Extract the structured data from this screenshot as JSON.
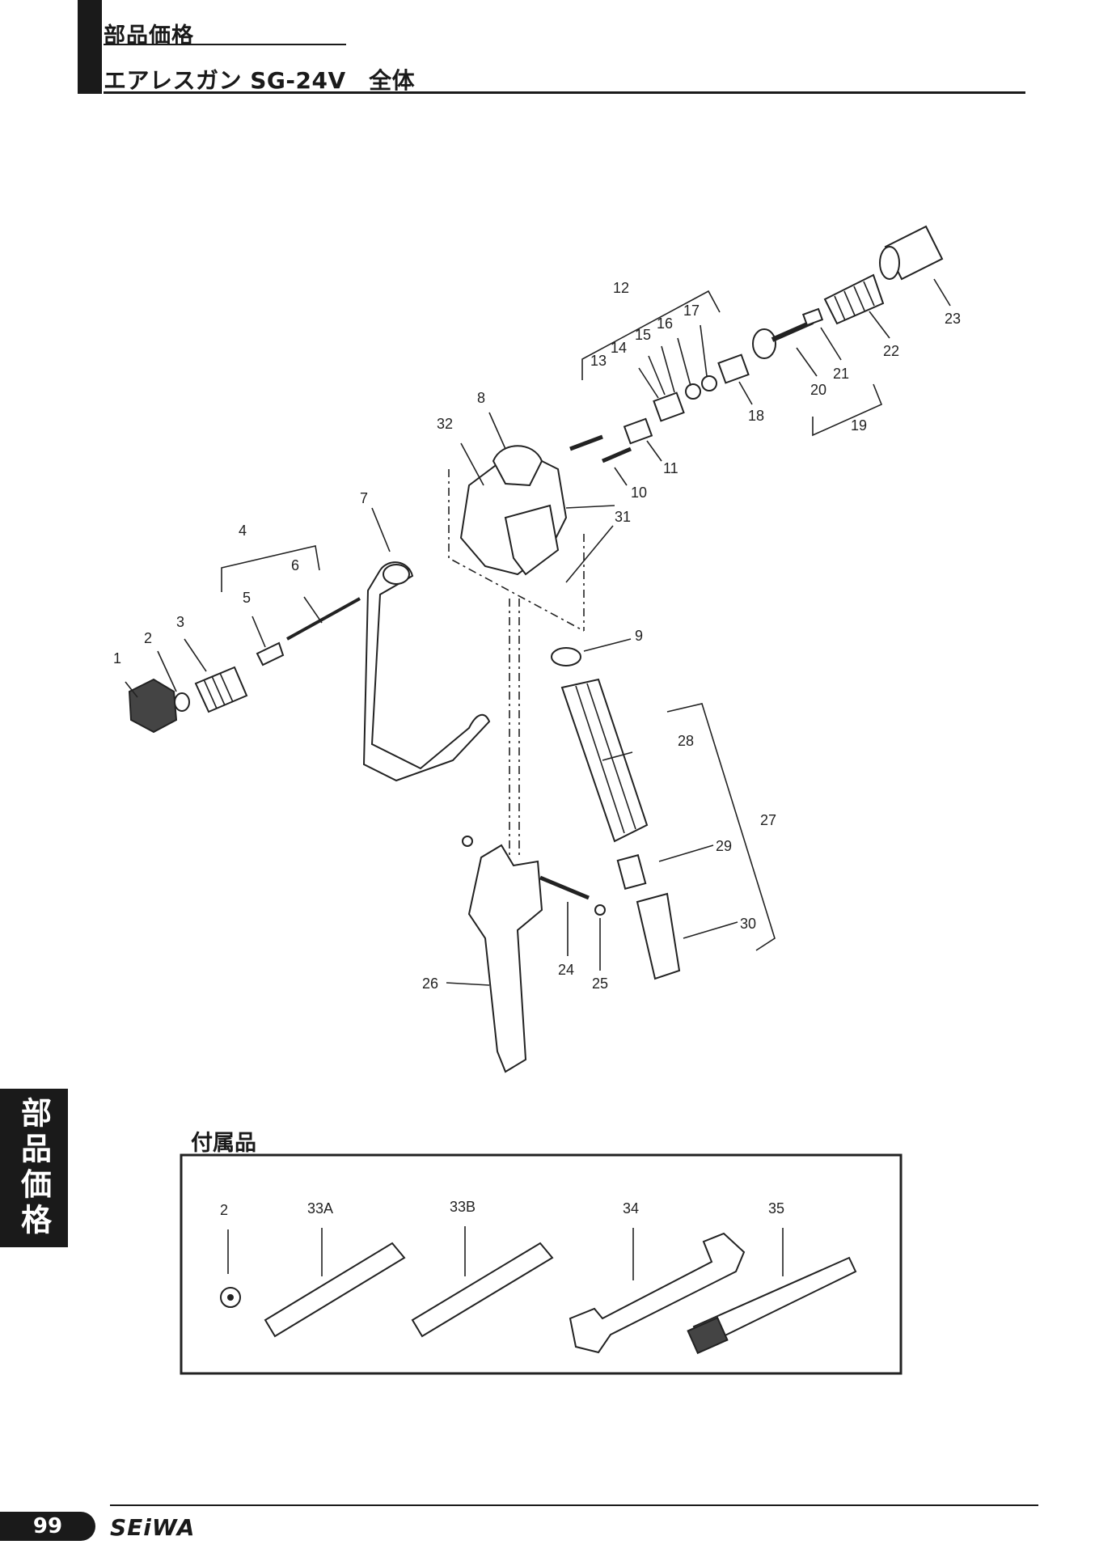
{
  "header": {
    "section": "部品価格",
    "title": "エアレスガン SG-24V　全体"
  },
  "side_tab": "部品価格",
  "diagram": {
    "labels": [
      "1",
      "2",
      "3",
      "4",
      "5",
      "6",
      "7",
      "8",
      "9",
      "10",
      "11",
      "12",
      "13",
      "14",
      "15",
      "16",
      "17",
      "18",
      "19",
      "20",
      "21",
      "22",
      "23",
      "24",
      "25",
      "26",
      "27",
      "28",
      "29",
      "30",
      "31",
      "32"
    ]
  },
  "accessories": {
    "title": "付属品",
    "labels": [
      "2",
      "33A",
      "33B",
      "34",
      "35"
    ]
  },
  "footer": {
    "page_number": "99",
    "brand": "SEiWA"
  }
}
